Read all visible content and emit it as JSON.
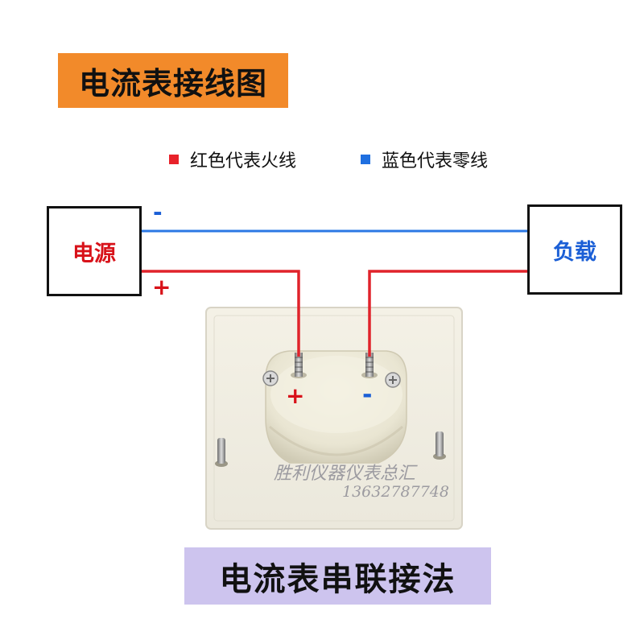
{
  "title": "电流表接线图",
  "legend": {
    "red": {
      "label": "红色代表火线",
      "color": "#e8222a"
    },
    "blue": {
      "label": "蓝色代表零线",
      "color": "#1f6fe0"
    }
  },
  "source_box": {
    "label": "电源"
  },
  "load_box": {
    "label": "负载"
  },
  "signs": {
    "source_minus": "-",
    "source_plus": "+",
    "meter_plus": "+",
    "meter_minus": "-"
  },
  "bottom_caption": "电流表串联接法",
  "watermark": {
    "name": "胜利仪器仪表总汇",
    "phone": "13632787748"
  },
  "wire_colors": {
    "live": "#e0232b",
    "neutral": "#2b78e4"
  }
}
